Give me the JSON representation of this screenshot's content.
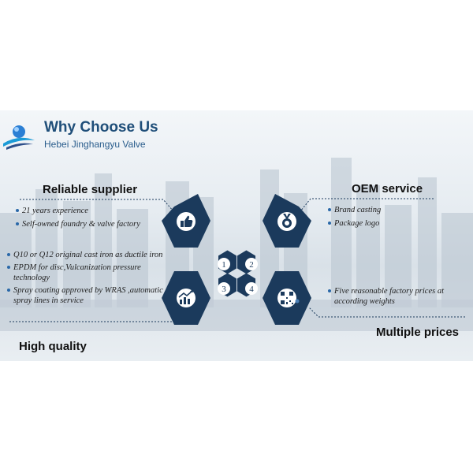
{
  "header": {
    "title": "Why Choose Us",
    "subtitle": "Hebei Jinghangyu Valve"
  },
  "sections": {
    "reliable": {
      "heading": "Reliable supplier",
      "items": [
        "21 years experience",
        "Self-owned foundry & valve  factory"
      ]
    },
    "oem": {
      "heading": "OEM service",
      "items": [
        "Brand casting",
        "Package logo"
      ]
    },
    "quality": {
      "heading": "High quality",
      "items": [
        "Q10 or Q12 original cast iron as ductile iron",
        "EPDM for disc,Vulcanization pressure technology",
        "Spray coating approved by WRAS ,automatic spray lines in service"
      ]
    },
    "prices": {
      "heading": "Multiple prices",
      "items": [
        "Five reasonable factory prices at according weights"
      ]
    }
  },
  "graphic": {
    "numbers": [
      "1",
      "2",
      "3",
      "4"
    ],
    "icons": [
      "thumbs-up-icon",
      "medal-icon",
      "growth-chart-icon",
      "qr-code-icon"
    ]
  },
  "colors": {
    "hexagon": "#1b3a5c",
    "title": "#1f4e79",
    "bullet": "#2a68a8"
  }
}
